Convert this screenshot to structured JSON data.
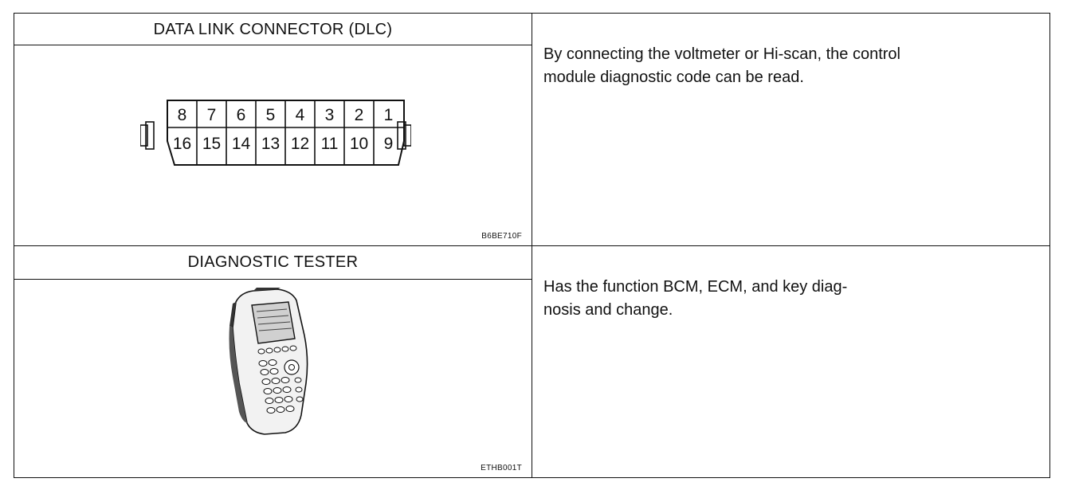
{
  "rows": [
    {
      "header": "DATA LINK CONNECTOR (DLC)",
      "figure_code": "B6BE710F",
      "description": "By connecting the voltmeter or Hi-scan, the control\nmodule diagnostic code can be read.",
      "pins_top": [
        "8",
        "7",
        "6",
        "5",
        "4",
        "3",
        "2",
        "1"
      ],
      "pins_bottom": [
        "16",
        "15",
        "14",
        "13",
        "12",
        "11",
        "10",
        "9"
      ]
    },
    {
      "header": "DIAGNOSTIC TESTER",
      "figure_code": "ETHB001T",
      "description": "Has the function BCM, ECM, and key diag-\nnosis and change."
    }
  ]
}
